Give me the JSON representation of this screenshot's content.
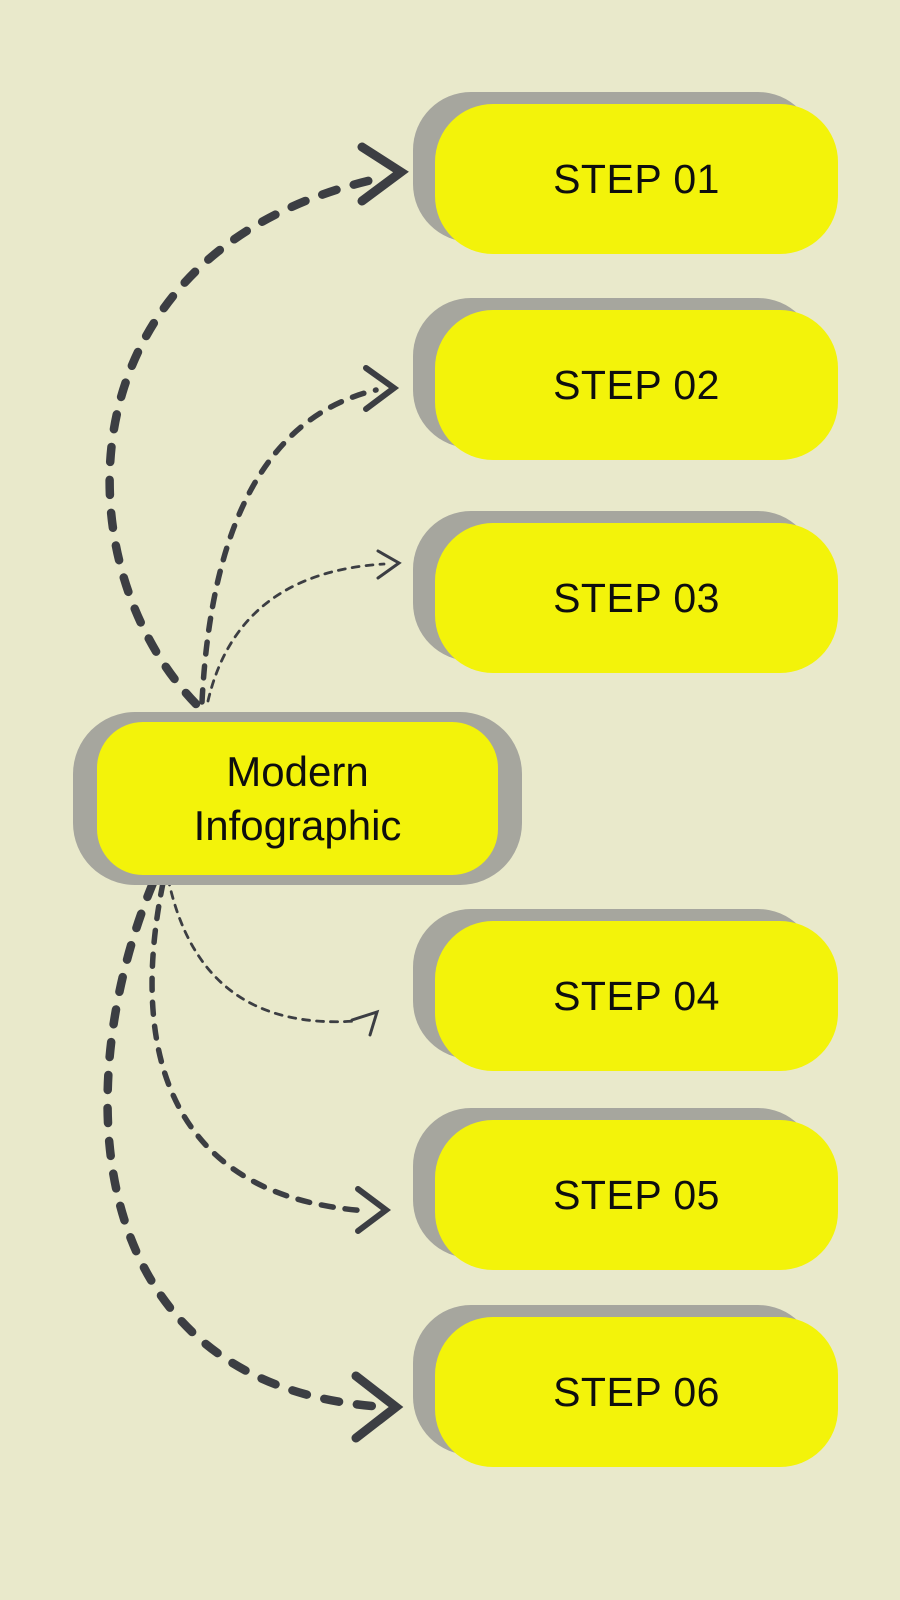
{
  "background_color": "#e9e9cb",
  "colors": {
    "page_bg": "#e9e9cb",
    "box_yellow": "#f3f30a",
    "shadow_gray": "#a6a69e",
    "arrow_ink": "#3c3e43",
    "text_ink": "#0e0e0e"
  },
  "center": {
    "title_line1": "Modern",
    "title_line2": "Infographic"
  },
  "steps": [
    {
      "label": "STEP 01"
    },
    {
      "label": "STEP 02"
    },
    {
      "label": "STEP 03"
    },
    {
      "label": "STEP 04"
    },
    {
      "label": "STEP 05"
    },
    {
      "label": "STEP 06"
    }
  ]
}
